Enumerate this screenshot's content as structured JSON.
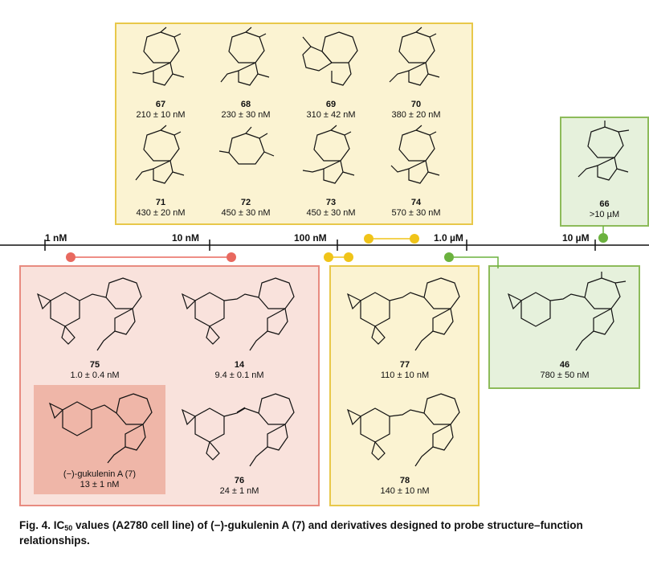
{
  "axis": {
    "ticks": [
      "1 nM",
      "10 nM",
      "100 nM",
      "1.0 µM",
      "10 µM"
    ]
  },
  "caption": {
    "fig_label": "Fig. 4.",
    "ic_prefix": "IC",
    "ic_sub": "50",
    "rest": " values (A2780 cell line) of (−)-gukulenin A (7) and derivatives designed to probe structure–function relationships."
  },
  "colors": {
    "red": "#e8695f",
    "yellow": "#f0c419",
    "green": "#6bb23e"
  },
  "compounds": [
    {
      "id": "67",
      "ic50": "210 ± 10 nM"
    },
    {
      "id": "68",
      "ic50": "230 ± 30 nM"
    },
    {
      "id": "69",
      "ic50": "310 ± 42 nM"
    },
    {
      "id": "70",
      "ic50": "380 ± 20 nM"
    },
    {
      "id": "71",
      "ic50": "430 ± 20 nM"
    },
    {
      "id": "72",
      "ic50": "450 ± 30 nM"
    },
    {
      "id": "73",
      "ic50": "450 ± 30 nM"
    },
    {
      "id": "74",
      "ic50": "570 ± 30 nM"
    },
    {
      "id": "66",
      "ic50": ">10 µM"
    },
    {
      "id": "75",
      "ic50": "1.0 ± 0.4 nM"
    },
    {
      "id": "14",
      "ic50": "9.4 ± 0.1 nM"
    },
    {
      "id": "7",
      "name": "(−)-gukulenin A (7)",
      "ic50": "13 ± 1 nM"
    },
    {
      "id": "76",
      "ic50": "24 ± 1 nM"
    },
    {
      "id": "77",
      "ic50": "110 ± 10 nM"
    },
    {
      "id": "78",
      "ic50": "140 ± 10 nM"
    },
    {
      "id": "46",
      "ic50": "780 ± 50 nM"
    }
  ]
}
